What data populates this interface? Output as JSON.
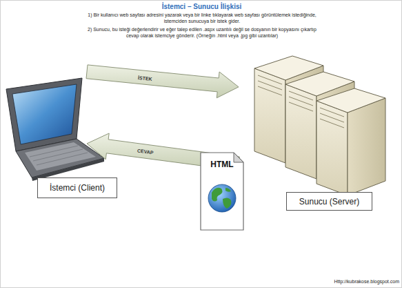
{
  "diagram": {
    "title": "İstemci – Sunucu İlişkisi",
    "nodes": [
      {
        "text": [
          "İstemci (Client)"
        ]
      },
      {
        "text": [
          "Sunucu (Server)"
        ]
      }
    ],
    "edges": [
      {
        "from": 0,
        "to": 1,
        "label": "İSTEK",
        "arrow": "to"
      },
      {
        "from": 1,
        "to": 0,
        "label": "CEVAP",
        "arrow": "to"
      }
    ],
    "labels": [
      "1) Bir kullanıcı web sayfası adresini yazarak veya bir linke tıklayarak web sayfası görüntülemek istediğinde, istemciden sunucuya bir istek gider.",
      "2) Sunucu, bu isteği değerlendirir ve eğer talep edilen .aspx uzantılı değil se dosyanın bir kopyasını çıkartıp cevap olarak istemciye gönderir. (Örneğin .html veya .jpg gibi uzantılar)",
      "HTML",
      "Http://kubrakose.blogspot.com"
    ]
  }
}
